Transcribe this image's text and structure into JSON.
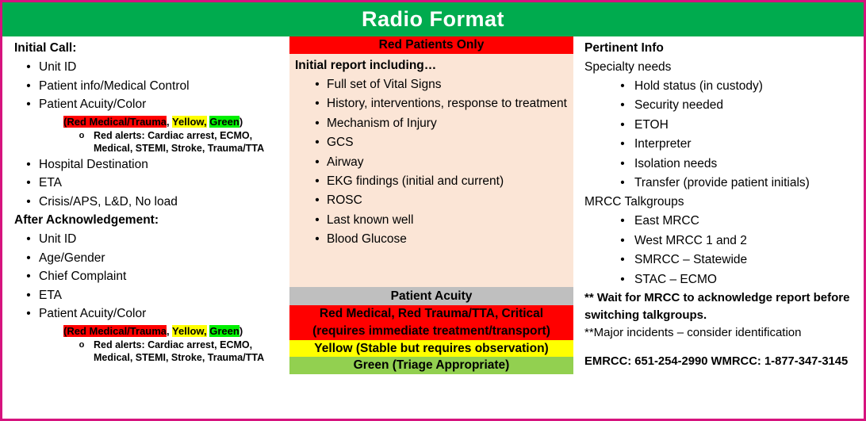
{
  "title": "Radio Format",
  "colors": {
    "border_pink": "#D6137E",
    "title_green": "#00AB4E",
    "red": "#FF0000",
    "peach_body": "#FBE5D6",
    "gray_header": "#BFBFBF",
    "yellow": "#FFFF00",
    "acuity_green": "#92D050",
    "highlight_green": "#00F000"
  },
  "left": {
    "heading_initial": "Initial Call:",
    "initial_items": [
      "Unit ID",
      "Patient info/Medical Control",
      "Patient Acuity/Color"
    ],
    "acuity_line": {
      "red": "(Red Medical/Trauma",
      "sep1": ", ",
      "yellow": "Yellow,",
      "sep2": " ",
      "green": "Green",
      "close": ")"
    },
    "sub_bullet_marker": "o",
    "red_alerts": "Red alerts: Cardiac arrest, ECMO, Medical, STEMI, Stroke, Trauma/TTA",
    "initial_items_rest": [
      "Hospital Destination",
      "ETA",
      "Crisis/APS, L&D, No load"
    ],
    "heading_after": "After Acknowledgement:",
    "after_items": [
      "Unit ID",
      "Age/Gender",
      "Chief Complaint",
      "ETA",
      "Patient Acuity/Color"
    ],
    "bullet": "•"
  },
  "middle": {
    "header": "Red Patients Only",
    "intro": "Initial report including…",
    "items": [
      "Full set of Vital Signs",
      "History, interventions, response to treatment",
      "Mechanism of Injury",
      "GCS",
      "Airway",
      "EKG findings (initial and current)",
      "ROSC",
      "Last known well",
      "Blood Glucose"
    ],
    "acuity_header": "Patient Acuity",
    "acuity_rows": [
      "Red Medical, Red Trauma/TTA, Critical (requires immediate treatment/transport)",
      "Yellow (Stable but requires observation)",
      "Green (Triage Appropriate)"
    ]
  },
  "right": {
    "heading": "Pertinent Info",
    "specialty_label": "Specialty needs",
    "specialty_items": [
      "Hold status (in custody)",
      "Security needed",
      "ETOH",
      "Interpreter",
      "Isolation needs",
      "Transfer (provide patient initials)"
    ],
    "talkgroups_label": "MRCC Talkgroups",
    "talkgroup_items": [
      "East MRCC",
      "West MRCC 1 and 2",
      "SMRCC – Statewide",
      "STAC – ECMO"
    ],
    "note_bold": "** Wait for MRCC to acknowledge report before switching talkgroups.",
    "note_regular": "**Major incidents – consider identification",
    "phone_line": "EMRCC: 651-254-2990 WMRCC: 1-877-347-3145"
  }
}
